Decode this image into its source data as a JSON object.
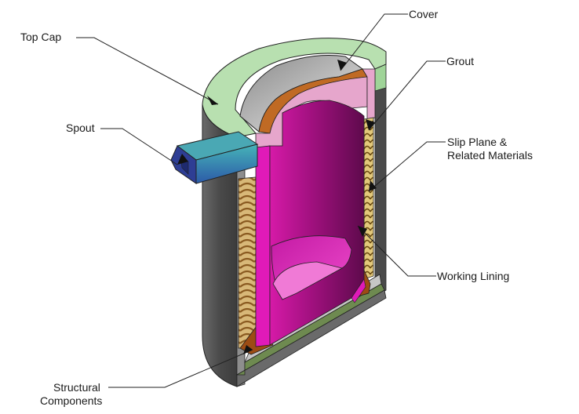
{
  "labels": {
    "top_cap": "Top Cap",
    "cover": "Cover",
    "grout": "Grout",
    "spout": "Spout",
    "slip_plane_line1": "Slip Plane &",
    "slip_plane_line2": "Related Materials",
    "working_lining": "Working Lining",
    "structural_line1": "Structural",
    "structural_line2": "Components"
  },
  "colors": {
    "shell_dark": "#505050",
    "shell_mid": "#6a6a6a",
    "shell_light": "#9a9a9a",
    "top_cap": "#b8e0b0",
    "cover_gray": "#a4a4a4",
    "cover_orange": "#c06a24",
    "grout_pink": "#e6a6cc",
    "working_lining": "#b4138c",
    "working_lining_dark": "#6e0d5a",
    "working_lining_bright": "#e01ab8",
    "slip_plane": "#c9a25e",
    "structural": "#9c4c14",
    "base_green": "#6e8a50",
    "spout_blue": "#3a5ca8",
    "spout_teal": "#3aa0a8",
    "leader": "#222222"
  }
}
